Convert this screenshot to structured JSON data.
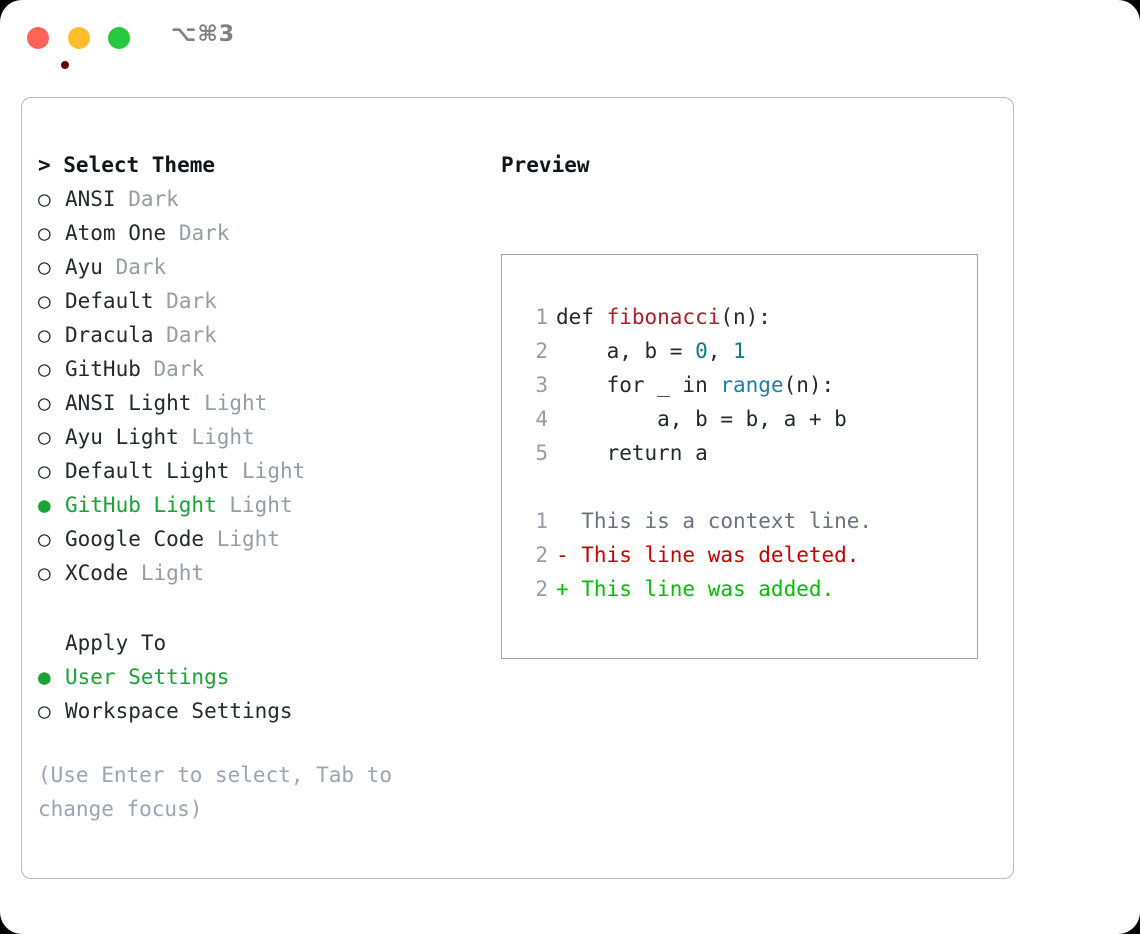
{
  "titlebar": {
    "title": "⌥⌘3",
    "close_label": "close",
    "minimize_label": "minimize",
    "maximize_label": "maximize"
  },
  "theme_panel": {
    "heading": "> Select Theme",
    "selected_bullet": "●",
    "unselected_bullet": "○",
    "accent_color": "#16A434",
    "variant_color": "#959DA5",
    "items": [
      {
        "name": "ANSI",
        "variant": "Dark",
        "selected": false
      },
      {
        "name": "Atom One",
        "variant": "Dark",
        "selected": false
      },
      {
        "name": "Ayu",
        "variant": "Dark",
        "selected": false
      },
      {
        "name": "Default",
        "variant": "Dark",
        "selected": false
      },
      {
        "name": "Dracula",
        "variant": "Dark",
        "selected": false
      },
      {
        "name": "GitHub",
        "variant": "Dark",
        "selected": false
      },
      {
        "name": "ANSI Light",
        "variant": "Light",
        "selected": false
      },
      {
        "name": "Ayu Light",
        "variant": "Light",
        "selected": false
      },
      {
        "name": "Default Light",
        "variant": "Light",
        "selected": false
      },
      {
        "name": "GitHub Light",
        "variant": "Light",
        "selected": true
      },
      {
        "name": "Google Code",
        "variant": "Light",
        "selected": false
      },
      {
        "name": "XCode",
        "variant": "Light",
        "selected": false
      }
    ]
  },
  "apply_to": {
    "heading": "Apply To",
    "items": [
      {
        "name": "User Settings",
        "selected": true
      },
      {
        "name": "Workspace Settings",
        "selected": false
      }
    ]
  },
  "hint": "(Use Enter to select, Tab to change focus)",
  "preview": {
    "heading": "Preview",
    "code_lines": [
      {
        "num": "1",
        "tokens": [
          {
            "t": "def ",
            "c": "kw"
          },
          {
            "t": "fibonacci",
            "c": "fn"
          },
          {
            "t": "(n):",
            "c": "kw"
          }
        ]
      },
      {
        "num": "2",
        "tokens": [
          {
            "t": "    a, b = ",
            "c": "kw"
          },
          {
            "t": "0",
            "c": "num"
          },
          {
            "t": ", ",
            "c": "kw"
          },
          {
            "t": "1",
            "c": "num"
          }
        ]
      },
      {
        "num": "3",
        "tokens": [
          {
            "t": "    for _ in ",
            "c": "kw"
          },
          {
            "t": "range",
            "c": "builtin"
          },
          {
            "t": "(n):",
            "c": "kw"
          }
        ]
      },
      {
        "num": "4",
        "tokens": [
          {
            "t": "        a, b = b, a + b",
            "c": "kw"
          }
        ]
      },
      {
        "num": "5",
        "tokens": [
          {
            "t": "    return a",
            "c": "kw"
          }
        ]
      }
    ],
    "diff_lines": [
      {
        "num": "1",
        "tokens": [
          {
            "t": "  This is a context line.",
            "c": "ctx"
          }
        ]
      },
      {
        "num": "2",
        "tokens": [
          {
            "t": "- This line was deleted.",
            "c": "del"
          }
        ]
      },
      {
        "num": "2",
        "tokens": [
          {
            "t": "+ This line was added.",
            "c": "add"
          }
        ]
      }
    ],
    "colors": {
      "function": "#B31D28",
      "number": "#0E7C7B",
      "builtin": "#1B7FA8",
      "context": "#6A737D",
      "deleted": "#CC0000",
      "added": "#00C000",
      "linenumber": "#959DA5"
    }
  }
}
